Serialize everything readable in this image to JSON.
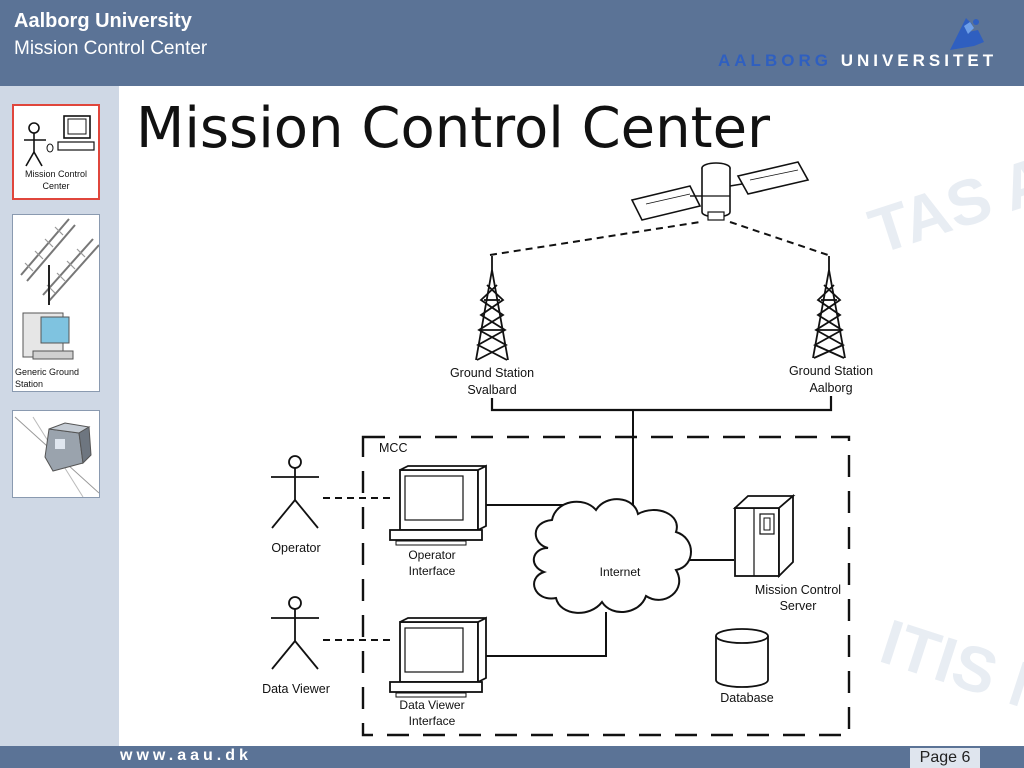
{
  "header": {
    "org": "Aalborg University",
    "subtitle": "Mission Control Center",
    "logo_text_a": "AALBORG",
    "logo_text_b": "UNIVERSITET"
  },
  "sidebar": {
    "items": [
      {
        "label": "Mission Control\nCenter",
        "active": true
      },
      {
        "label": "Generic Ground\nStation",
        "active": false
      },
      {
        "label": "",
        "active": false
      }
    ]
  },
  "slide": {
    "title": "Mission Control Center"
  },
  "watermark": {
    "text_top": "TAS A",
    "text_bottom": "ITIS N"
  },
  "diagram": {
    "stations": [
      {
        "name": "Ground Station",
        "place": "Svalbard"
      },
      {
        "name": "Ground Station",
        "place": "Aalborg"
      }
    ],
    "mcc_label": "MCC",
    "operator_label": "Operator",
    "data_viewer_label": "Data Viewer",
    "operator_interface_label": [
      "Operator",
      "Interface"
    ],
    "data_viewer_interface_label": [
      "Data Viewer",
      "Interface"
    ],
    "internet_label": "Internet",
    "server_label": [
      "Mission Control",
      "Server"
    ],
    "database_label": "Database"
  },
  "footer": {
    "url": "www.aau.dk",
    "page": "Page 6"
  },
  "colors": {
    "header_bg": "#5b7396",
    "sidebar_bg": "#cfd8e5",
    "active_border": "#e0463c",
    "logo_blue": "#2f5fc0"
  }
}
